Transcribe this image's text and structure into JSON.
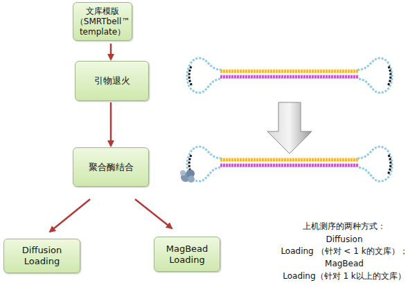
{
  "diagram": {
    "nodes": [
      {
        "text": [
          "文库模版 （SMRTbell™ template）"
        ]
      },
      {
        "text": [
          "引物退火"
        ]
      },
      {
        "text": [
          "聚合酶结合"
        ]
      },
      {
        "text": [
          "Diffusion Loading"
        ]
      },
      {
        "text": [
          "MagBead Loading"
        ]
      }
    ],
    "edges": [
      {
        "from": 0,
        "to": 1,
        "arrow": "to"
      },
      {
        "from": 1,
        "to": 2,
        "arrow": "to"
      },
      {
        "from": 2,
        "to": 3,
        "arrow": "to"
      },
      {
        "from": 2,
        "to": 4,
        "arrow": "to"
      }
    ],
    "labels": [
      "上机测序的两种方式：",
      "Diffusion",
      "Loading （针对 < 1 k的文库）；",
      "MagBead",
      "Loading（针对 1 k以上的文库）"
    ]
  }
}
